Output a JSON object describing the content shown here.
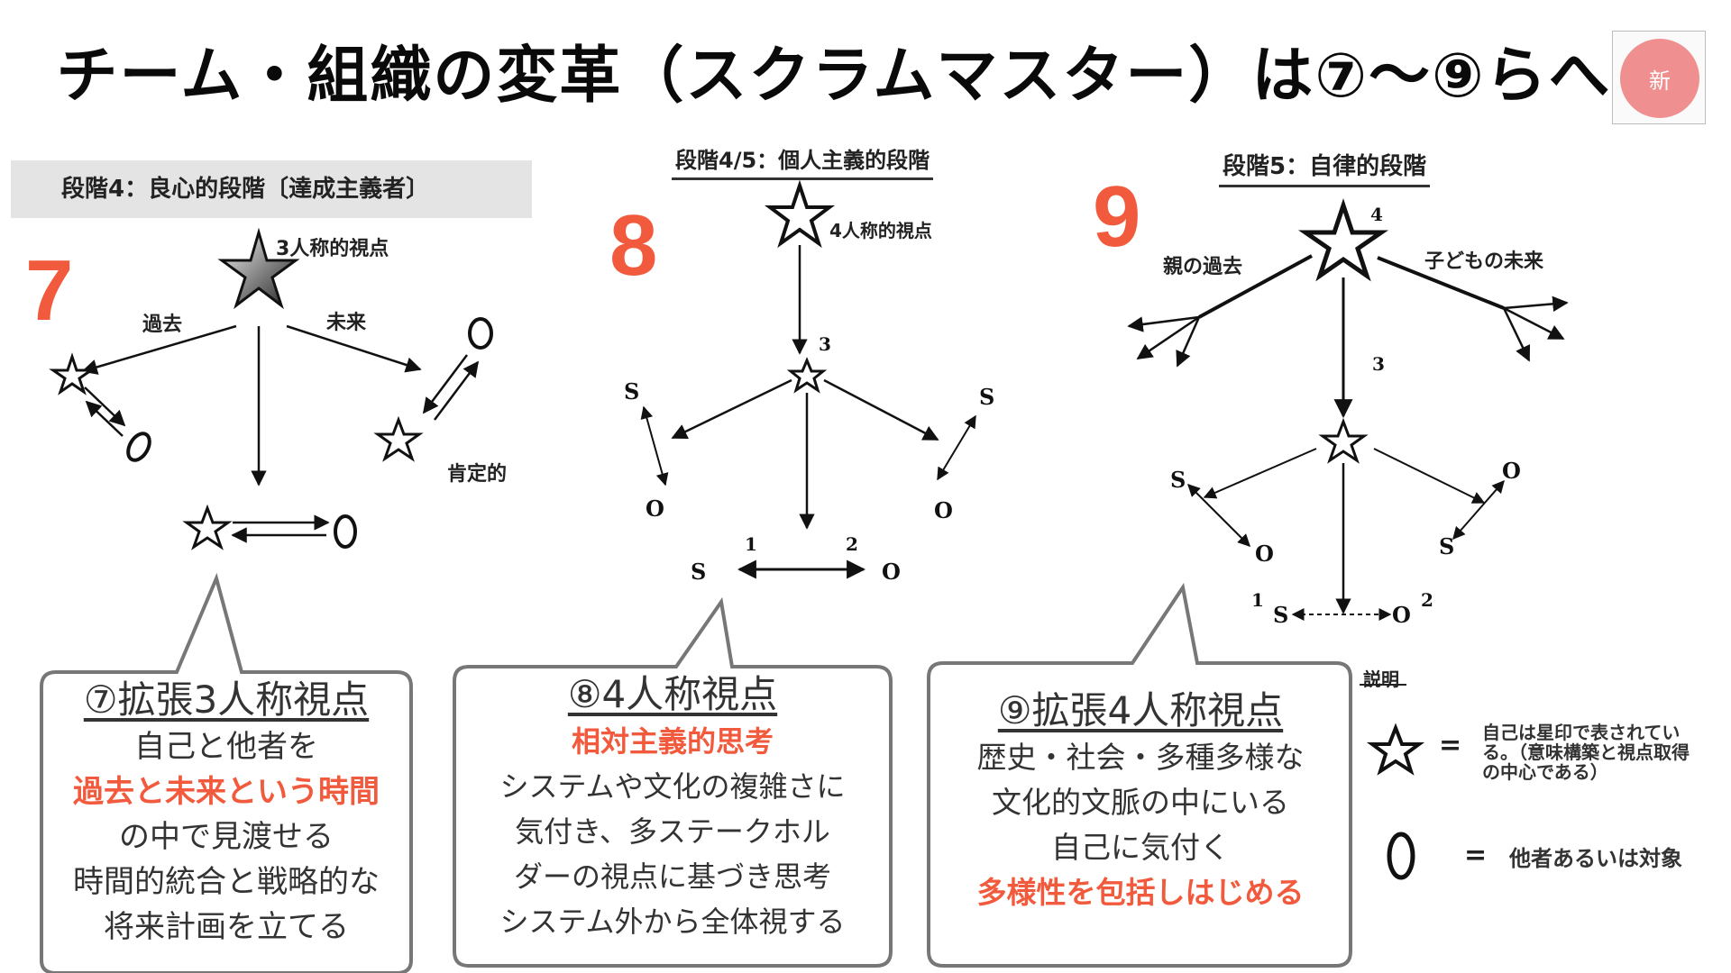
{
  "title": "チーム・組織の変革（スクラムマスター）は⑦〜⑨らへん",
  "badge": "新",
  "stages": {
    "s7": {
      "number": "7",
      "header": "段階4：良心的段階〔達成主義者〕",
      "labels": {
        "perspective": "3人称的視点",
        "past": "過去",
        "future": "未来",
        "affirm": "肯定的"
      }
    },
    "s8": {
      "number": "8",
      "header": "段階4/5：個人主義的段階",
      "labels": {
        "perspective": "4人称的視点",
        "n3": "3",
        "s_left": "S",
        "o_left": "O",
        "s_right": "S",
        "o_right": "O",
        "n1": "1",
        "n2": "2",
        "s_bottom": "S",
        "o_bottom": "O"
      }
    },
    "s9": {
      "number": "9",
      "header": "段階5：自律的段階",
      "labels": {
        "n4": "4",
        "parents_past": "親の過去",
        "child_future": "子どもの未来",
        "n3": "3",
        "s_left": "S",
        "o_left": "O",
        "o_right": "O",
        "s_right": "S",
        "n1": "1",
        "n2": "2",
        "s_bottom": "S",
        "o_bottom": "O"
      }
    }
  },
  "callouts": {
    "c7": {
      "title": "⑦拡張3人称視点",
      "lines": [
        "自己と他者を"
      ],
      "highlight": "過去と未来という時間",
      "lines_after": [
        "の中で見渡せる",
        "時間的統合と戦略的な",
        "将来計画を立てる"
      ]
    },
    "c8": {
      "title": "⑧4人称視点",
      "highlight": "相対主義的思考",
      "lines_after": [
        "システムや文化の複雑さに",
        "気付き、多ステークホル",
        "ダーの視点に基づき思考",
        "システム外から全体視する"
      ]
    },
    "c9": {
      "title": "⑨拡張4人称視点",
      "lines": [
        "歴史・社会・多種多様な",
        "文化的文脈の中にいる",
        "自己に気付く"
      ],
      "highlight": "多様性を包括しはじめる"
    }
  },
  "legend": {
    "title": "説明",
    "star_text": [
      "自己は星印で表されてい",
      "る。（意味構築と視点取得",
      "の中心である）"
    ],
    "circle_text": "他者あるいは対象",
    "equals": "="
  },
  "colors": {
    "accent": "#f25a3d",
    "badge": "#f08f8f"
  }
}
